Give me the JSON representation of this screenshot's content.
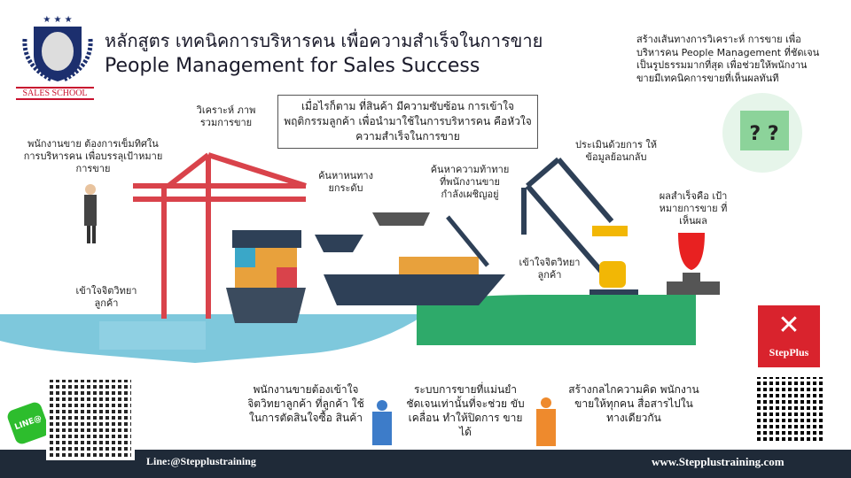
{
  "logo": {
    "text": "SALES SCHOOL",
    "colors": {
      "navy": "#1c2f6e",
      "red": "#c8102e"
    }
  },
  "title": {
    "thai": "หลักสูตร เทคนิคการบริหารคน เพื่อความสำเร็จในการขาย",
    "english": "People Management for Sales Success"
  },
  "intro": "สร้างเส้นทางการวิเคราะห์ การขาย เพื่อบริหารคน People Management ที่ชัดเจนเป็นรูปธรรมมากที่สุด เพื่อช่วยให้พนักงานขายมีเทคนิคการขายที่เห็นผลทันที",
  "center_box": "เมื่อไรก็ตาม ที่สินค้า มีความซับซ้อน การเข้าใจ พฤติกรรมลูกค้า เพื่อนำมาใช้ในการบริหารคน คือหัวใจ ความสำเร็จในการขาย",
  "labels": {
    "salesperson": "พนักงานขาย ต้องการเข็มทิศในการบริหารคน เพื่อบรรลุเป้าหมายการขาย",
    "analyze": "วิเคราะห์ ภาพรวมการขาย",
    "understand_left": "เข้าใจจิตวิทยา ลูกค้า",
    "find_way": "ค้นหาหนทาง ยกระดับ",
    "challenge": "ค้นหาความท้าทาย ที่พนักงานขาย กำลังเผชิญอยู่",
    "evaluate": "ประเมินด้วยการ ให้ข้อมูลย้อนกลับ",
    "understand_right": "เข้าใจจิตวิทยา ลูกค้า",
    "success": "ผลสำเร็จคือ เป้าหมายการขาย ที่เห็นผล"
  },
  "bottom": [
    "พนักงานขายต้องเข้าใจ จิตวิทยาลูกค้า ที่ลูกค้า ใช้ในการตัดสินใจซื้อ สินค้า",
    "ระบบการขายที่แม่นยำ ชัดเจนเท่านั้นที่จะช่วย ขับเคลื่อน ทำให้ปิดการ ขายได้",
    "สร้างกลไกความคิด พนักงานขายให้ทุกคน สื่อสารไปในทางเดียวกัน"
  ],
  "line_badge": "LINE@",
  "stepplus_logo": "StepPlus",
  "footer": {
    "line": "Line:@Stepplustraining",
    "website": "www.Stepplustraining.com"
  },
  "colors": {
    "crane_red": "#d9434b",
    "crane_navy": "#2e4057",
    "water": "#7ec8dc",
    "land": "#2eaa6a",
    "footer": "#1f2a38",
    "line_green": "#2dbd2d"
  }
}
